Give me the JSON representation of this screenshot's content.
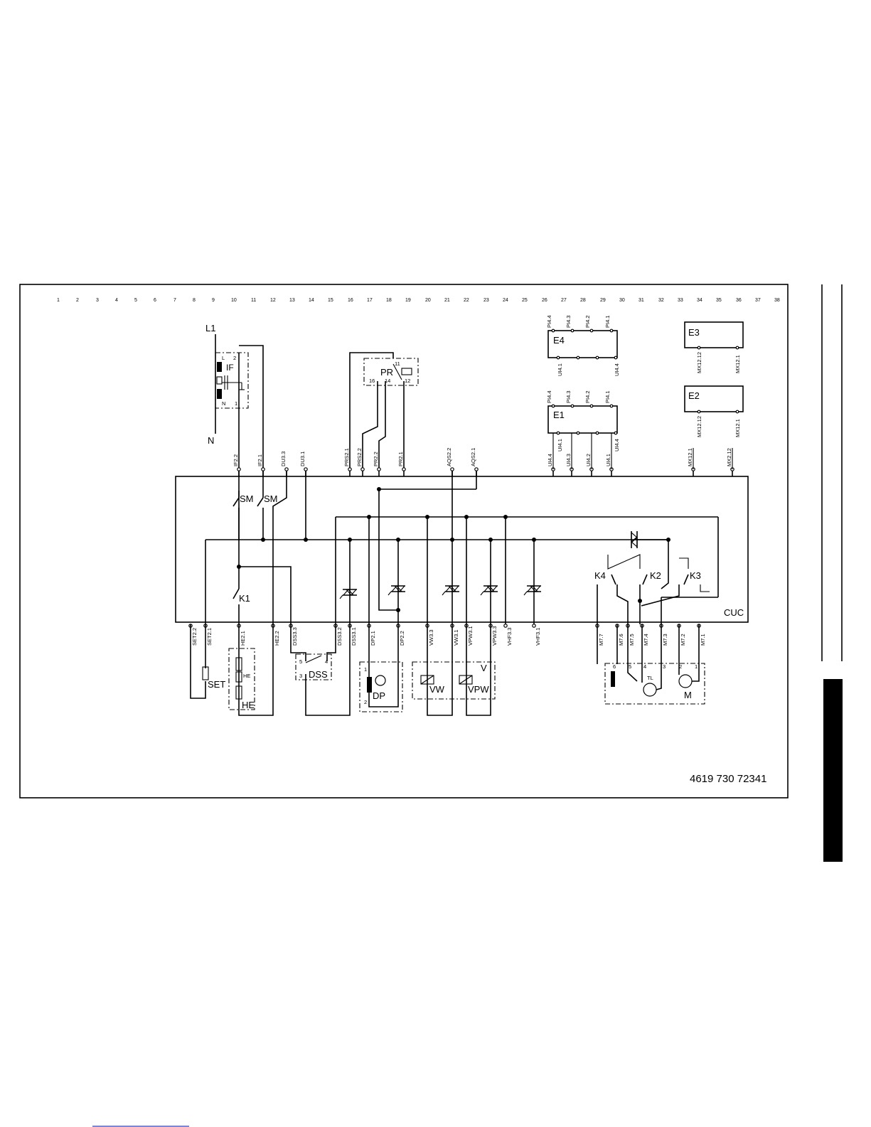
{
  "grid_numbers": [
    "1",
    "2",
    "3",
    "4",
    "5",
    "6",
    "7",
    "8",
    "9",
    "10",
    "11",
    "12",
    "13",
    "14",
    "15",
    "16",
    "17",
    "18",
    "19",
    "20",
    "21",
    "22",
    "23",
    "24",
    "25",
    "26",
    "27",
    "28",
    "29",
    "30",
    "31",
    "32",
    "33",
    "34",
    "35",
    "36",
    "37",
    "38"
  ],
  "labels": {
    "l1": "L1",
    "n": "N",
    "if": "IF",
    "if_l": "L",
    "if_2": "2",
    "if_n": "N",
    "if_1": "1",
    "pr": "PR",
    "pr_11": "11",
    "pr_16": "16",
    "pr_14": "14",
    "pr_12": "12",
    "sm": "SM",
    "k1": "K1",
    "k2": "K2",
    "k3": "K3",
    "k4": "K4",
    "cuc": "CUC",
    "e1": "E1",
    "e2": "E2",
    "e3": "E3",
    "e4": "E4",
    "set": "SET",
    "he": "HE",
    "he_small": "HE",
    "dss": "DSS",
    "dss_5": "5",
    "dss_3": "3",
    "dss_4": "4",
    "dp": "DP",
    "dp_1": "1",
    "dp_2": "2",
    "vw": "VW",
    "vpw": "VPW",
    "v": "V",
    "tl": "TL",
    "m": "M",
    "m_6": "6",
    "m_5": "5",
    "m_4": "4",
    "m_3": "3",
    "m_2": "2",
    "m_1": "1"
  },
  "top_pins": {
    "if22": "IF2.2",
    "if21": "IF2.1",
    "du33": "DU3.3",
    "du31": "DU3.1",
    "prs21": "PRS2.1",
    "prs22": "PRS2.2",
    "pr22": "PR2.2",
    "pr21": "PR2.1",
    "aqs22": "AQS2.2",
    "aqs21": "AQS2.1",
    "ui44": "UI4.4",
    "ui43": "UI4.3",
    "ui42": "UI4.2",
    "ui41": "UI4.1",
    "mx121": "MX12.1",
    "mx212": "MX2.12"
  },
  "bottom_pins": {
    "set22": "SET2.2",
    "set21": "SET2.1",
    "he21": "HE2.1",
    "he22": "HE2.2",
    "dss33": "DSS3.3",
    "dss32": "DSS3.2",
    "dss31": "DSS3.1",
    "dp21": "DP2.1",
    "dp22": "DP2.2",
    "vw33": "VW3.3",
    "vw31": "VW3.1",
    "vpw31": "VPW3.1",
    "vpw33": "VPW3.3",
    "vhf33": "VHF3.3",
    "vhf31": "VHF3.1",
    "m77": "M7.7",
    "m76": "M7.6",
    "m75": "M7.5",
    "m74": "M7.4",
    "m73": "M7.3",
    "m72": "M7.2",
    "m71": "M7.1"
  },
  "e4_pins": {
    "p44": "PI4.4",
    "p43": "PI4.3",
    "p42": "PI4.2",
    "p41": "PI4.1",
    "u41": "UI4.1",
    "u44": "UI4.4"
  },
  "e1_pins": {
    "p44": "PI4.4",
    "p43": "PI4.3",
    "p42": "PI4.2",
    "p41": "PI4.1",
    "u41": "UI4.1",
    "u44": "UI4.4"
  },
  "e3_pins": {
    "a": "MX12.12",
    "b": "MX12.1"
  },
  "e2_pins": {
    "a": "MX12.12",
    "b": "MX12.1"
  },
  "document_number": "4619 730 72341"
}
